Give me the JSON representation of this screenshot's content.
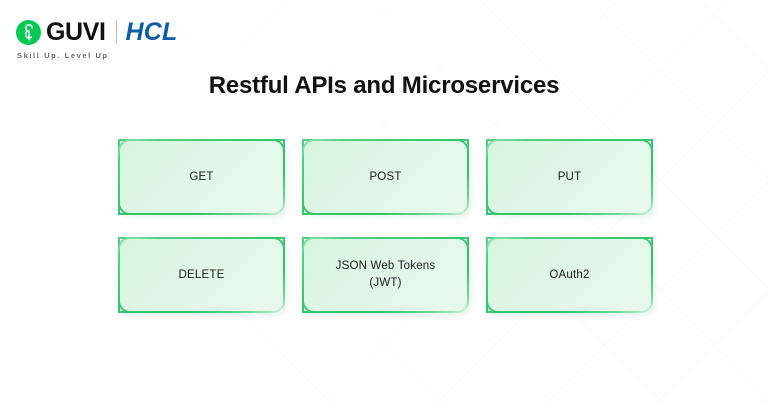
{
  "header": {
    "guvi_logo_mark": "guvi-g-logo-icon",
    "guvi_name": "GUVI",
    "partner_name": "HCL",
    "tagline": "Skill Up. Level Up",
    "guvi_green": "#00c853",
    "hcl_blue": "#0b5cab"
  },
  "title": "Restful APIs and Microservices",
  "cards": [
    {
      "label": "GET"
    },
    {
      "label": "POST"
    },
    {
      "label": "PUT"
    },
    {
      "label": "DELETE"
    },
    {
      "label": "JSON Web Tokens\n(JWT)"
    },
    {
      "label": "OAuth2"
    }
  ],
  "theme": {
    "card_border": "#35c76d",
    "card_fill_start": "#d6f5de",
    "card_fill_end": "#eaf9ee",
    "text_color": "#1b1b1b",
    "background": "#ffffff"
  }
}
